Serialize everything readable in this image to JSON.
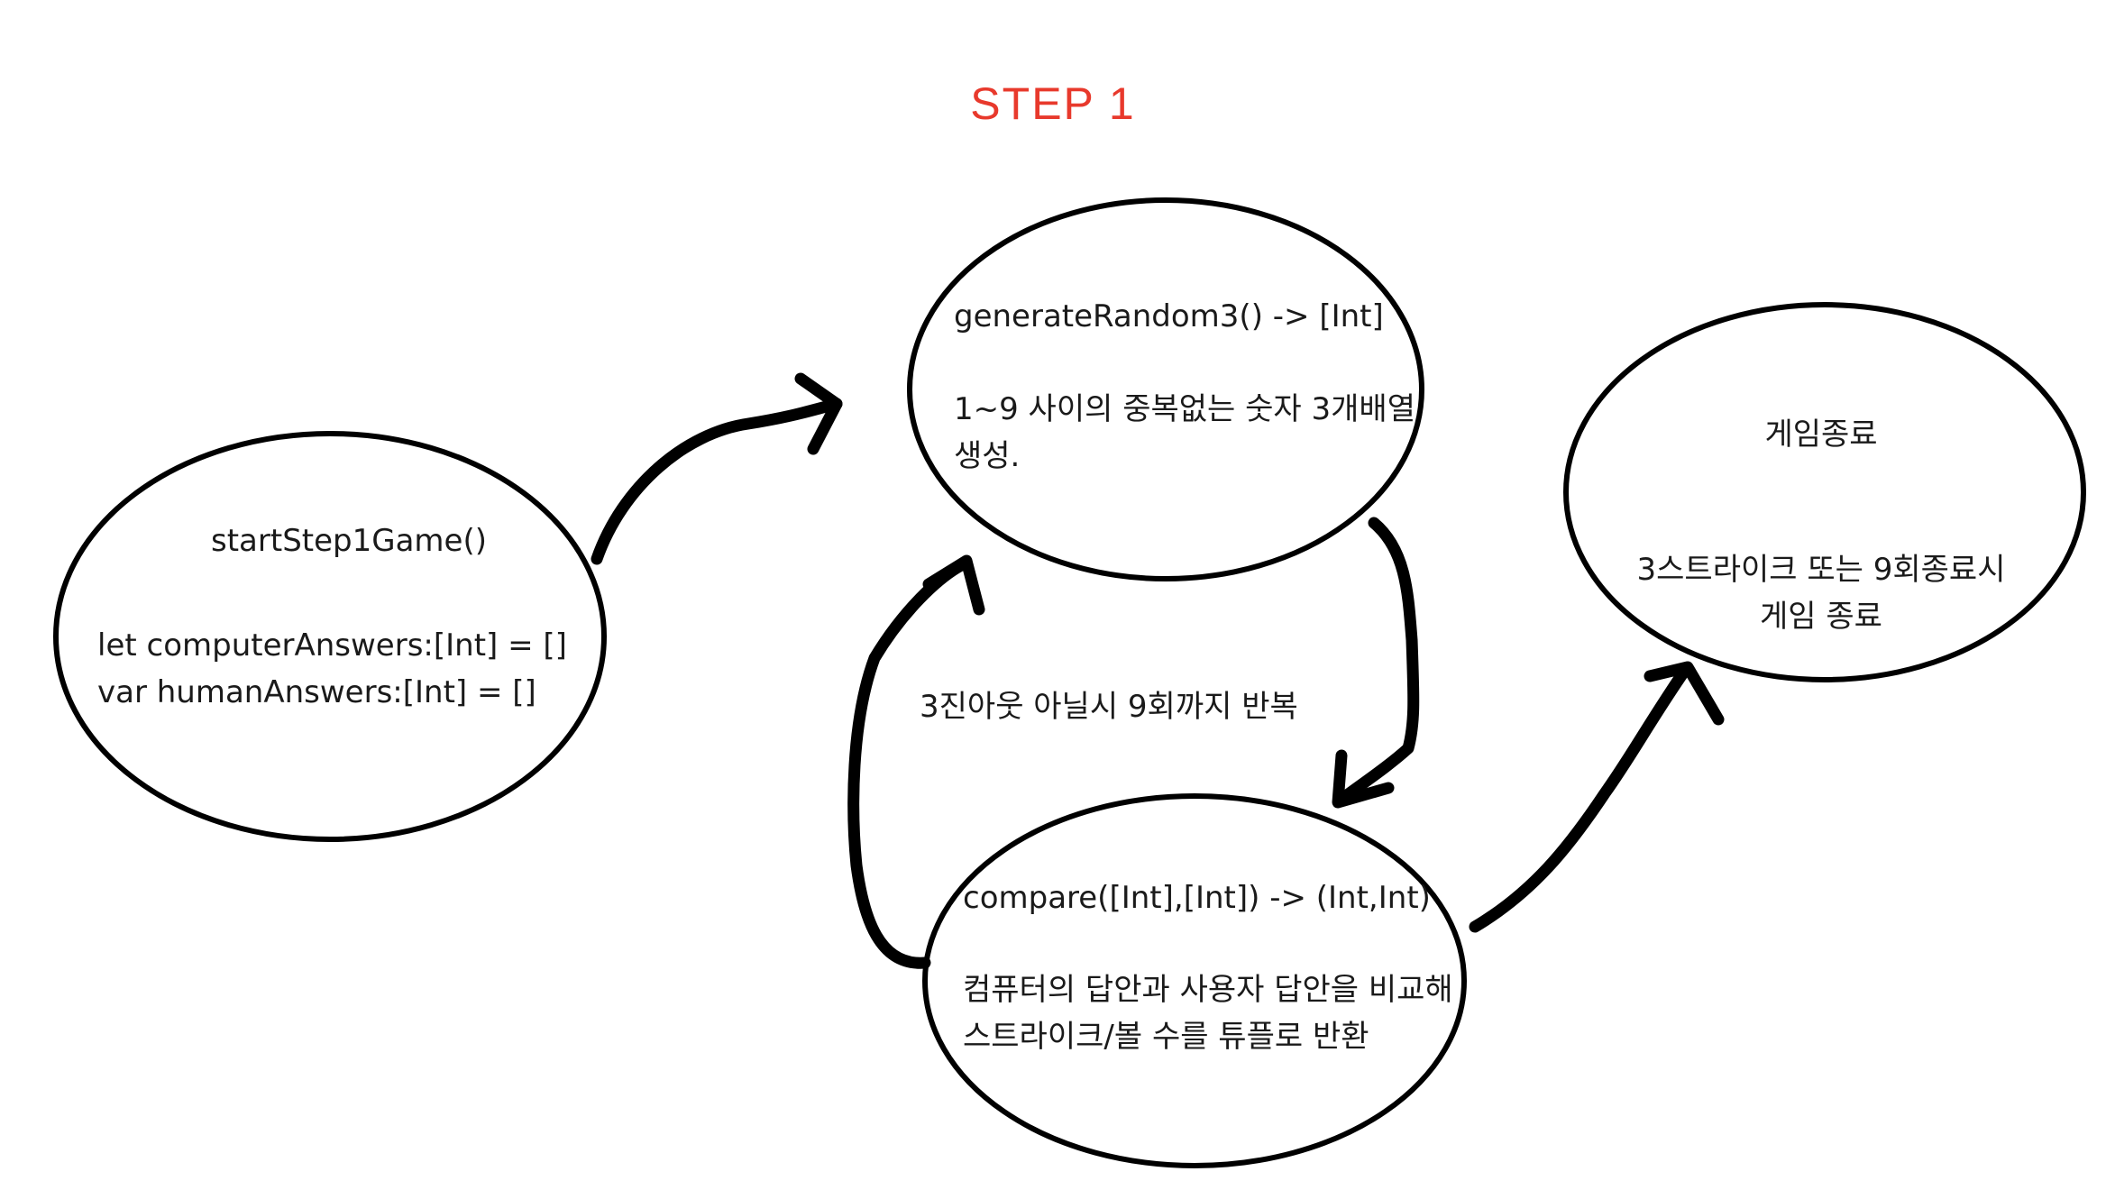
{
  "title": {
    "text": "STEP 1",
    "color": "#e8392c"
  },
  "colors": {
    "stroke": "#000000",
    "text": "#1a1a1a",
    "background": "#ffffff"
  },
  "nodes": {
    "start": {
      "heading": "startStep1Game()",
      "lines": [
        "let computerAnswers:[Int] = []",
        "var humanAnswers:[Int] = []"
      ]
    },
    "generate": {
      "heading": "generateRandom3() -> [Int]",
      "lines": [
        "1~9 사이의 중복없는 숫자 3개배열",
        "생성."
      ]
    },
    "compare": {
      "heading": "compare([Int],[Int]) -> (Int,Int)",
      "lines": [
        "컴퓨터의 답안과 사용자 답안을 비교해",
        "스트라이크/볼 수를 튜플로 반환"
      ]
    },
    "end": {
      "heading": "게임종료",
      "lines": [
        "3스트라이크 또는 9회종료시",
        "게임 종료"
      ]
    }
  },
  "edge_labels": {
    "loop": "3진아웃 아닐시 9회까지 반복"
  }
}
